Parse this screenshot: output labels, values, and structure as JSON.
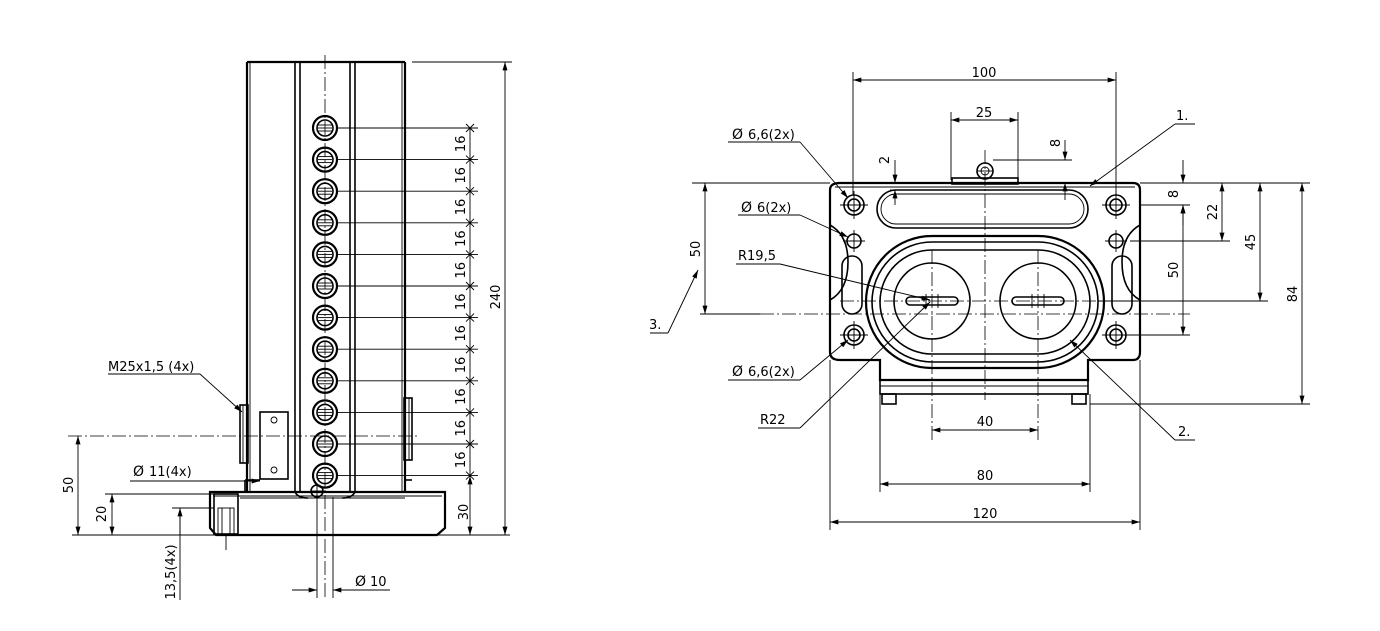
{
  "left_view": {
    "thread_note": "M25x1,5 (4x)",
    "bore_note": "11(4x)",
    "pin_note": "10",
    "dim_pitch": "16",
    "dim_total": "240",
    "dim_base": "30",
    "dim_axis_height": "50",
    "dim_foot_height": "20",
    "dim_counterbore": "13,5(4x)"
  },
  "right_view": {
    "dim_width_100": "100",
    "dim_25": "25",
    "dim_8_top": "8",
    "dim_2": "2",
    "dim_8_side": "8",
    "dim_22": "22",
    "dim_45": "45",
    "dim_50_right": "50",
    "dim_84": "84",
    "dim_50_left": "50",
    "dim_40": "40",
    "dim_80": "80",
    "dim_120": "120",
    "hole_66_top": "6,6(2x)",
    "hole_6": "6(2x)",
    "hole_66_bottom": "6,6(2x)",
    "radius_195": "R19,5",
    "radius_22": "R22",
    "label_1": "1.",
    "label_2": "2.",
    "label_3": "3."
  }
}
